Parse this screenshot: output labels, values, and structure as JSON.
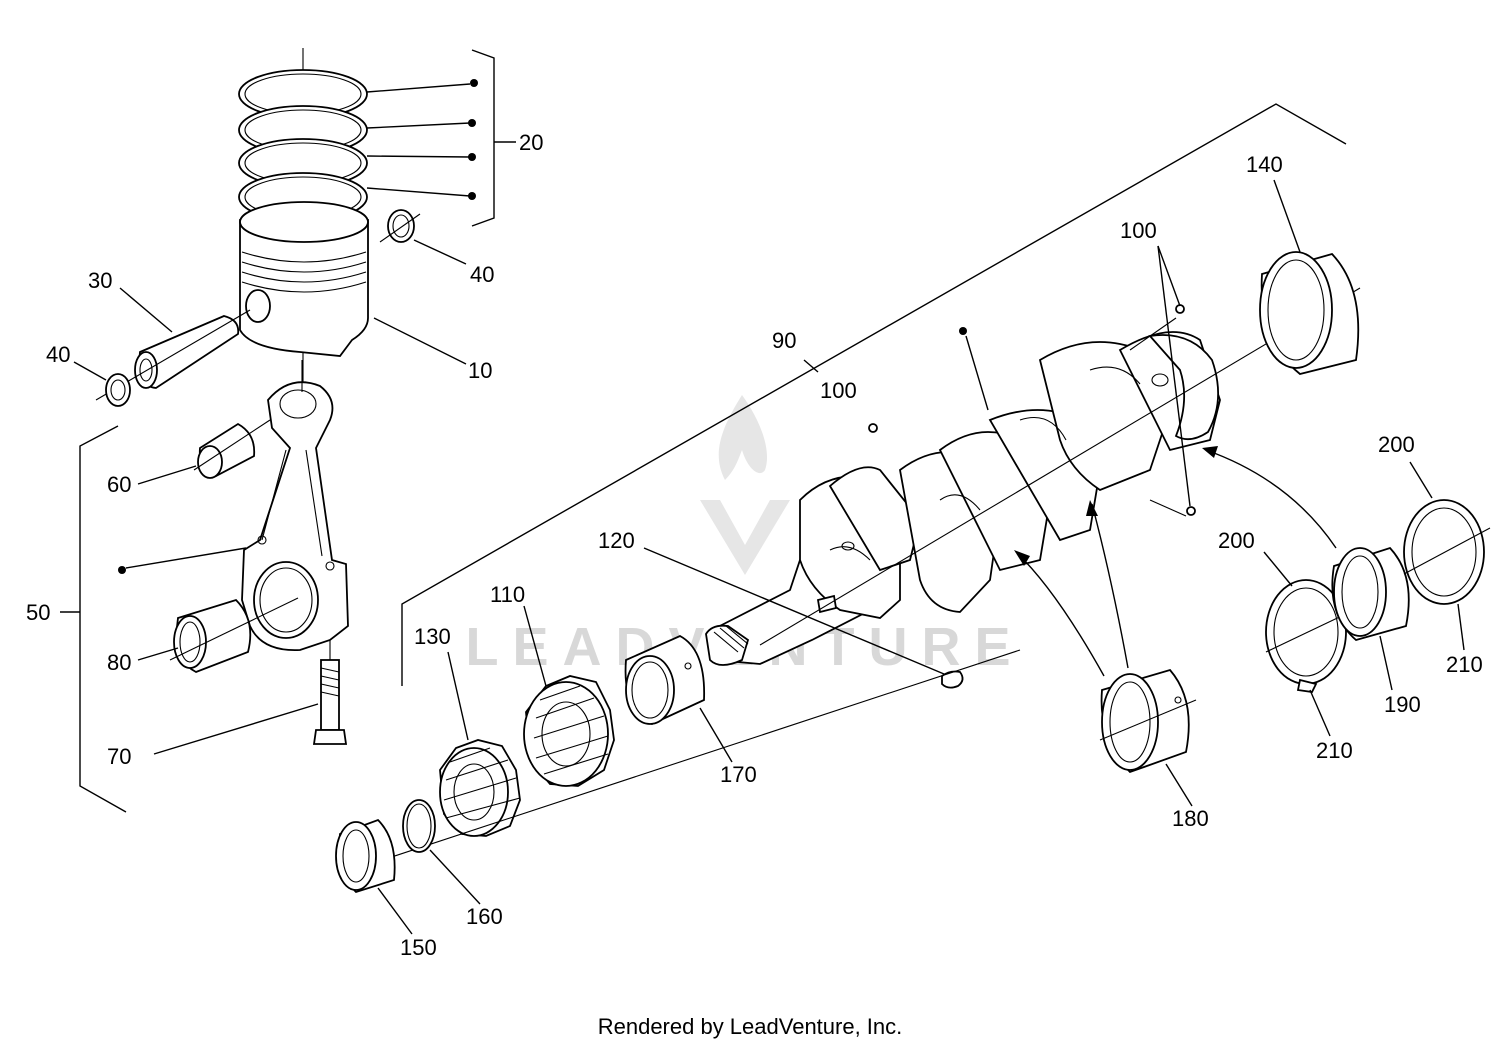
{
  "labels": {
    "p10": "10",
    "p20": "20",
    "p30": "30",
    "p40a": "40",
    "p40b": "40",
    "p50": "50",
    "p60": "60",
    "p70": "70",
    "p80": "80",
    "p90": "90",
    "p100a": "100",
    "p100b": "100",
    "p110": "110",
    "p120": "120",
    "p130": "130",
    "p140": "140",
    "p150": "150",
    "p160": "160",
    "p170": "170",
    "p180": "180",
    "p190": "190",
    "p200a": "200",
    "p200b": "200",
    "p210a": "210",
    "p210b": "210"
  },
  "watermark": "LEADVENTURE",
  "footer": "Rendered by LeadVenture, Inc."
}
